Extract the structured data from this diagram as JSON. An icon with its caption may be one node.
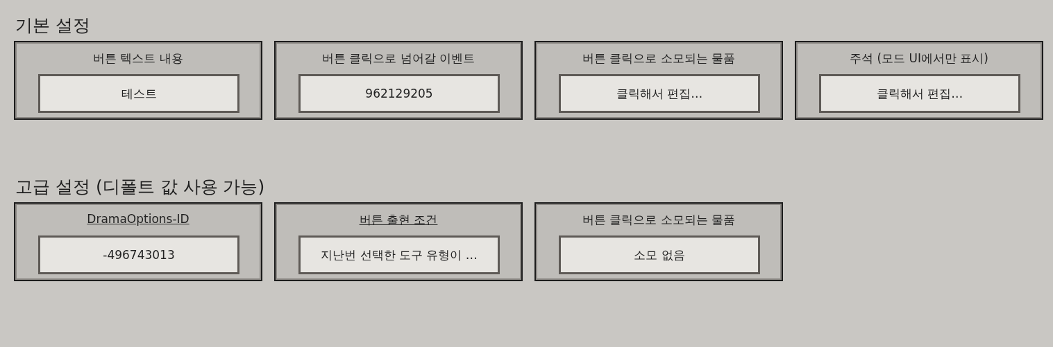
{
  "diagram": {
    "nodes": [
      {
        "text": [
          "버튼 텍스트 내용"
        ]
      },
      {
        "text": [
          "테스트"
        ],
        "in": 0
      },
      {
        "text": [
          "버튼 클릭으로 넘어갈 이벤트"
        ]
      },
      {
        "text": [
          "962129205"
        ],
        "in": 2
      },
      {
        "text": [
          "버튼 클릭으로 소모되는 물품"
        ]
      },
      {
        "text": [
          "클릭해서 편집…"
        ],
        "in": 4
      },
      {
        "text": [
          "주석 (모드 UI에서만 표시)"
        ]
      },
      {
        "text": [
          "클릭해서 편집…"
        ],
        "in": 6
      },
      {
        "text": [
          "DramaOptions-ID"
        ]
      },
      {
        "text": [
          "-496743013"
        ],
        "in": 8
      },
      {
        "text": [
          "버튼 출현 조건"
        ]
      },
      {
        "text": [
          "지난번 선택한 도구 유형이 …"
        ],
        "in": 10
      },
      {
        "text": [
          "버튼 클릭으로 소모되는 물품"
        ]
      },
      {
        "text": [
          "소모 없음"
        ],
        "in": 12
      }
    ],
    "labels": [
      "기본 설정",
      "고급 설정 (디폴트 값 사용 가능)"
    ]
  }
}
